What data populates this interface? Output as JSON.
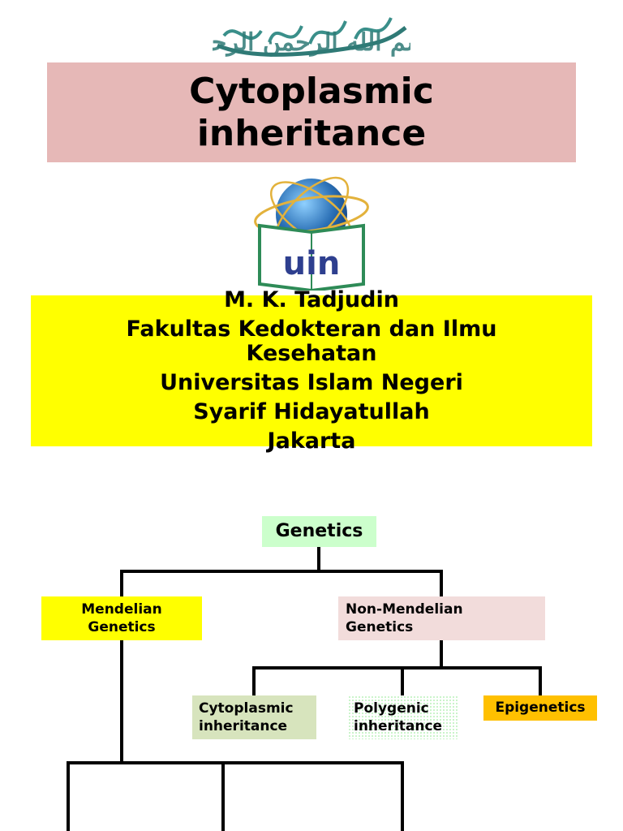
{
  "header": {
    "calligraphy_text": "بسم الله الرحمن الرحيم"
  },
  "title": {
    "line1": "Cytoplasmic",
    "line2": "inheritance"
  },
  "logo": {
    "text": "uin",
    "icon": "uin-globe-book-logo",
    "colors": {
      "globe": "#2a6fb5",
      "text": "#2e3f8f",
      "book": "#2e8b57",
      "orbit": "#e3b23c"
    }
  },
  "author": {
    "name": "M. K. Tadjudin",
    "faculty": "Fakultas Kedokteran dan Ilmu Kesehatan",
    "university_line1": "Universitas Islam Negeri",
    "university_line2": "Syarif Hidayatullah",
    "city": "Jakarta"
  },
  "diagram": {
    "root": "Genetics",
    "mendelian_line1": "Mendelian",
    "mendelian_line2": "Genetics",
    "non_mendelian_line1": "Non-Mendelian",
    "non_mendelian_line2": "Genetics",
    "cytoplasmic_line1": "Cytoplasmic",
    "cytoplasmic_line2": "inheritance",
    "polygenic_line1": "Polygenic",
    "polygenic_line2": "inheritance",
    "epigenetics": "Epigenetics",
    "colors": {
      "root": "#ccffcc",
      "mendelian": "#ffff00",
      "non_mendelian": "#f2dcdb",
      "cytoplasmic": "#d7e4bd",
      "polygenic": "#b9f0b9",
      "epigenetics": "#ffc000"
    }
  }
}
